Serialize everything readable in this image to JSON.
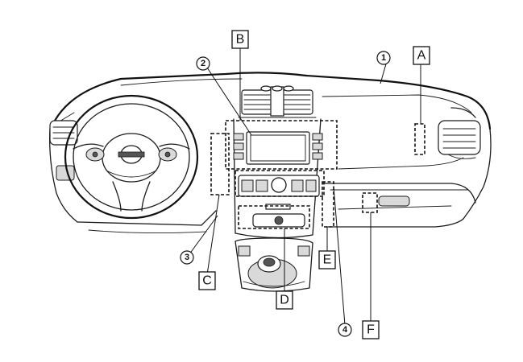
{
  "figure": {
    "letter_callouts": [
      "A",
      "B",
      "C",
      "D",
      "E",
      "F"
    ],
    "number_callouts": [
      "1",
      "2",
      "3",
      "4"
    ]
  }
}
